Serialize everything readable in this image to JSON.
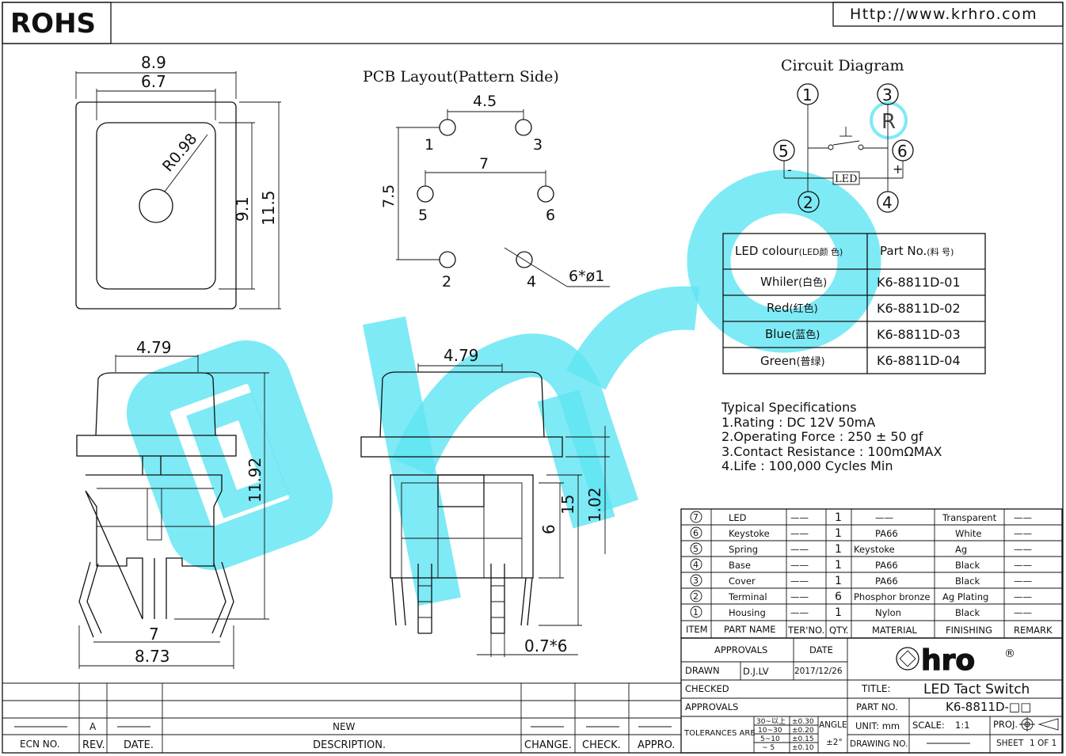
{
  "header": {
    "rohs": "ROHS",
    "url": "Http://www.krhro.com"
  },
  "top_view": {
    "outer_width": "8.9",
    "inner_width": "6.7",
    "radius": "R0.98",
    "inner_height": "9.1",
    "outer_height": "11.5"
  },
  "pcb_layout": {
    "title": "PCB Layout(Pattern Side)",
    "dim_top": "4.5",
    "dim_mid": "7",
    "dim_left": "7.5",
    "hole_spec": "6*ø1",
    "pins": [
      "1",
      "3",
      "5",
      "6",
      "2",
      "4"
    ]
  },
  "circuit": {
    "title": "Circuit Diagram",
    "nodes": [
      "1",
      "3",
      "5",
      "6",
      "2",
      "4"
    ],
    "minus": "-",
    "plus": "+",
    "led_label": "LED"
  },
  "part_table": {
    "header_colour": "LED colour",
    "header_colour_cn": "(LED颜 色)",
    "header_part": "Part No.",
    "header_part_cn": "(料 号)",
    "rows": [
      {
        "colour": "Whiler",
        "cn": "(白色)",
        "part": "K6-8811D-01"
      },
      {
        "colour": "Red",
        "cn": "(红色)",
        "part": "K6-8811D-02"
      },
      {
        "colour": "Blue",
        "cn": "(蓝色)",
        "part": "K6-8811D-03"
      },
      {
        "colour": "Green",
        "cn": "(普绿)",
        "part": "K6-8811D-04"
      }
    ]
  },
  "specs": {
    "title": "Typical Specifications",
    "lines": [
      "1.Rating : DC 12V 50mA",
      "2.Operating Force : 250 ± 50 gf",
      "3.Contact Resistance : 100mΩMAX",
      "4.Life : 100,000 Cycles Min"
    ]
  },
  "side_view_left": {
    "top_width": "4.79",
    "height": "11.92",
    "pin_span": "7",
    "bottom_width": "8.73"
  },
  "side_view_right": {
    "top_width": "4.79",
    "dim_15": "15",
    "dim_6": "6",
    "dim_102": "1.02",
    "pin_width": "0.7*6"
  },
  "bom": {
    "rows": [
      {
        "no": "7",
        "name": "LED",
        "ter": "——",
        "qty": "1",
        "material": "——",
        "finishing": "Transparent",
        "remark": "——"
      },
      {
        "no": "6",
        "name": "Keystoke",
        "ter": "——",
        "qty": "1",
        "material": "PA66",
        "finishing": "White",
        "remark": "——"
      },
      {
        "no": "5",
        "name": "Spring",
        "ter": "——",
        "qty": "1",
        "material": "Keystoke",
        "finishing": "Ag",
        "remark": "——"
      },
      {
        "no": "4",
        "name": "Base",
        "ter": "——",
        "qty": "1",
        "material": "PA66",
        "finishing": "Black",
        "remark": "——"
      },
      {
        "no": "3",
        "name": "Cover",
        "ter": "——",
        "qty": "1",
        "material": "PA66",
        "finishing": "Black",
        "remark": "——"
      },
      {
        "no": "2",
        "name": "Terminal",
        "ter": "——",
        "qty": "6",
        "material": "Phosphor bronze",
        "finishing": "Ag Plating",
        "remark": "——"
      },
      {
        "no": "1",
        "name": "Housing",
        "ter": "——",
        "qty": "1",
        "material": "Nylon",
        "finishing": "Black",
        "remark": "——"
      }
    ],
    "headers": {
      "item": "ITEM",
      "name": "PART NAME",
      "ter": "TER'NO.",
      "qty": "QTY.",
      "material": "MATERIAL",
      "finishing": "FINISHING",
      "remark": "REMARK"
    }
  },
  "title_block": {
    "approvals_hdr": "APPROVALS",
    "date_hdr": "DATE",
    "drawn": "DRAWN",
    "drawn_by": "D.J.LV",
    "drawn_date": "2017/12/26",
    "checked": "CHECKED",
    "approvals": "APPROVALS",
    "title_lbl": "TITLE:",
    "title_val": "LED Tact Switch",
    "partno_lbl": "PART NO.",
    "partno_val": "K6-8811D-□□",
    "tolerances": "TOLERANCES ARE",
    "tol_ranges": [
      "30~以上",
      "10~30",
      "5~10",
      "~ 5"
    ],
    "tol_values": [
      "±0.30",
      "±0.20",
      "±0.15",
      "±0.10"
    ],
    "angle": "ANGLE",
    "angle_val": "±2°",
    "unit": "UNIT: mm",
    "scale_lbl": "SCALE:",
    "scale_val": "1:1",
    "proj": "PROJ.",
    "drawing_no": "DRAWING NO.",
    "sheet": "SHEET",
    "sheet_val": "1 OF 1",
    "logo": "hro",
    "reg": "®"
  },
  "revision": {
    "values": {
      "rev": "A",
      "desc": "NEW"
    },
    "headers": [
      "ECN NO.",
      "REV.",
      "DATE.",
      "DESCRIPTION.",
      "CHANGE.",
      "CHECK.",
      "APPRO."
    ]
  },
  "watermark": {
    "text": "hro",
    "color": "#5ee5f2"
  }
}
